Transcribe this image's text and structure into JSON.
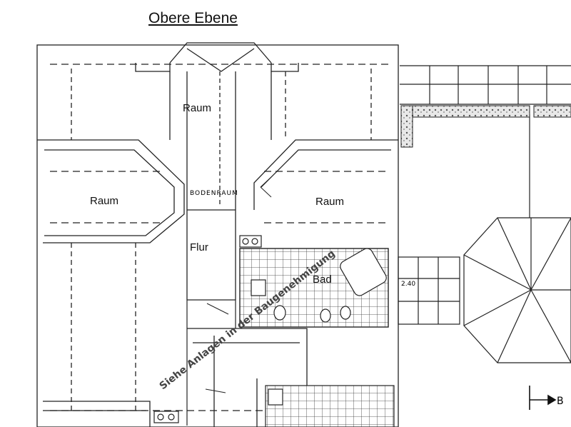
{
  "title": "Obere Ebene",
  "rooms": {
    "raum_top": "Raum",
    "raum_left": "Raum",
    "raum_right": "Raum",
    "flur": "Flur",
    "bad": "Bad",
    "bodenraum": "BODENRAUM"
  },
  "annotations": {
    "note": "Siehe Anlagen in der Baugenehmigung",
    "dimension": "2.40",
    "section_marker": "B"
  }
}
